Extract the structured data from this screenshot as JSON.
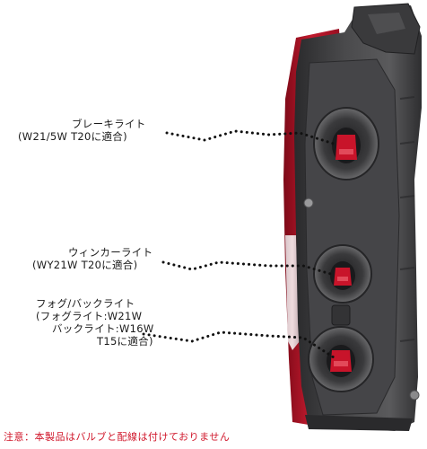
{
  "labels": {
    "brake": {
      "title": "ブレーキライト",
      "bulb": "(W21/5W T20に適合)"
    },
    "turn": {
      "title": "ウィンカーライト",
      "bulb": "(WY21W T20に適合)"
    },
    "fog_back": {
      "title": "フォグ/バックライト",
      "fog_bulb": "(フォグライト:W21W",
      "back_bulb": "バックライト:W16W",
      "back_socket": "T15に適合)"
    }
  },
  "notice": "注意：本製品はバルブと配線は付けておりません",
  "colors": {
    "notice_red": "#d0162a",
    "lens_red": "#b3122a",
    "housing_dark": "#3c3c3e",
    "bulb_red": "#c8142a"
  },
  "icons": [
    "brake-bulb-icon",
    "turn-bulb-icon",
    "fog-back-bulb-icon"
  ]
}
